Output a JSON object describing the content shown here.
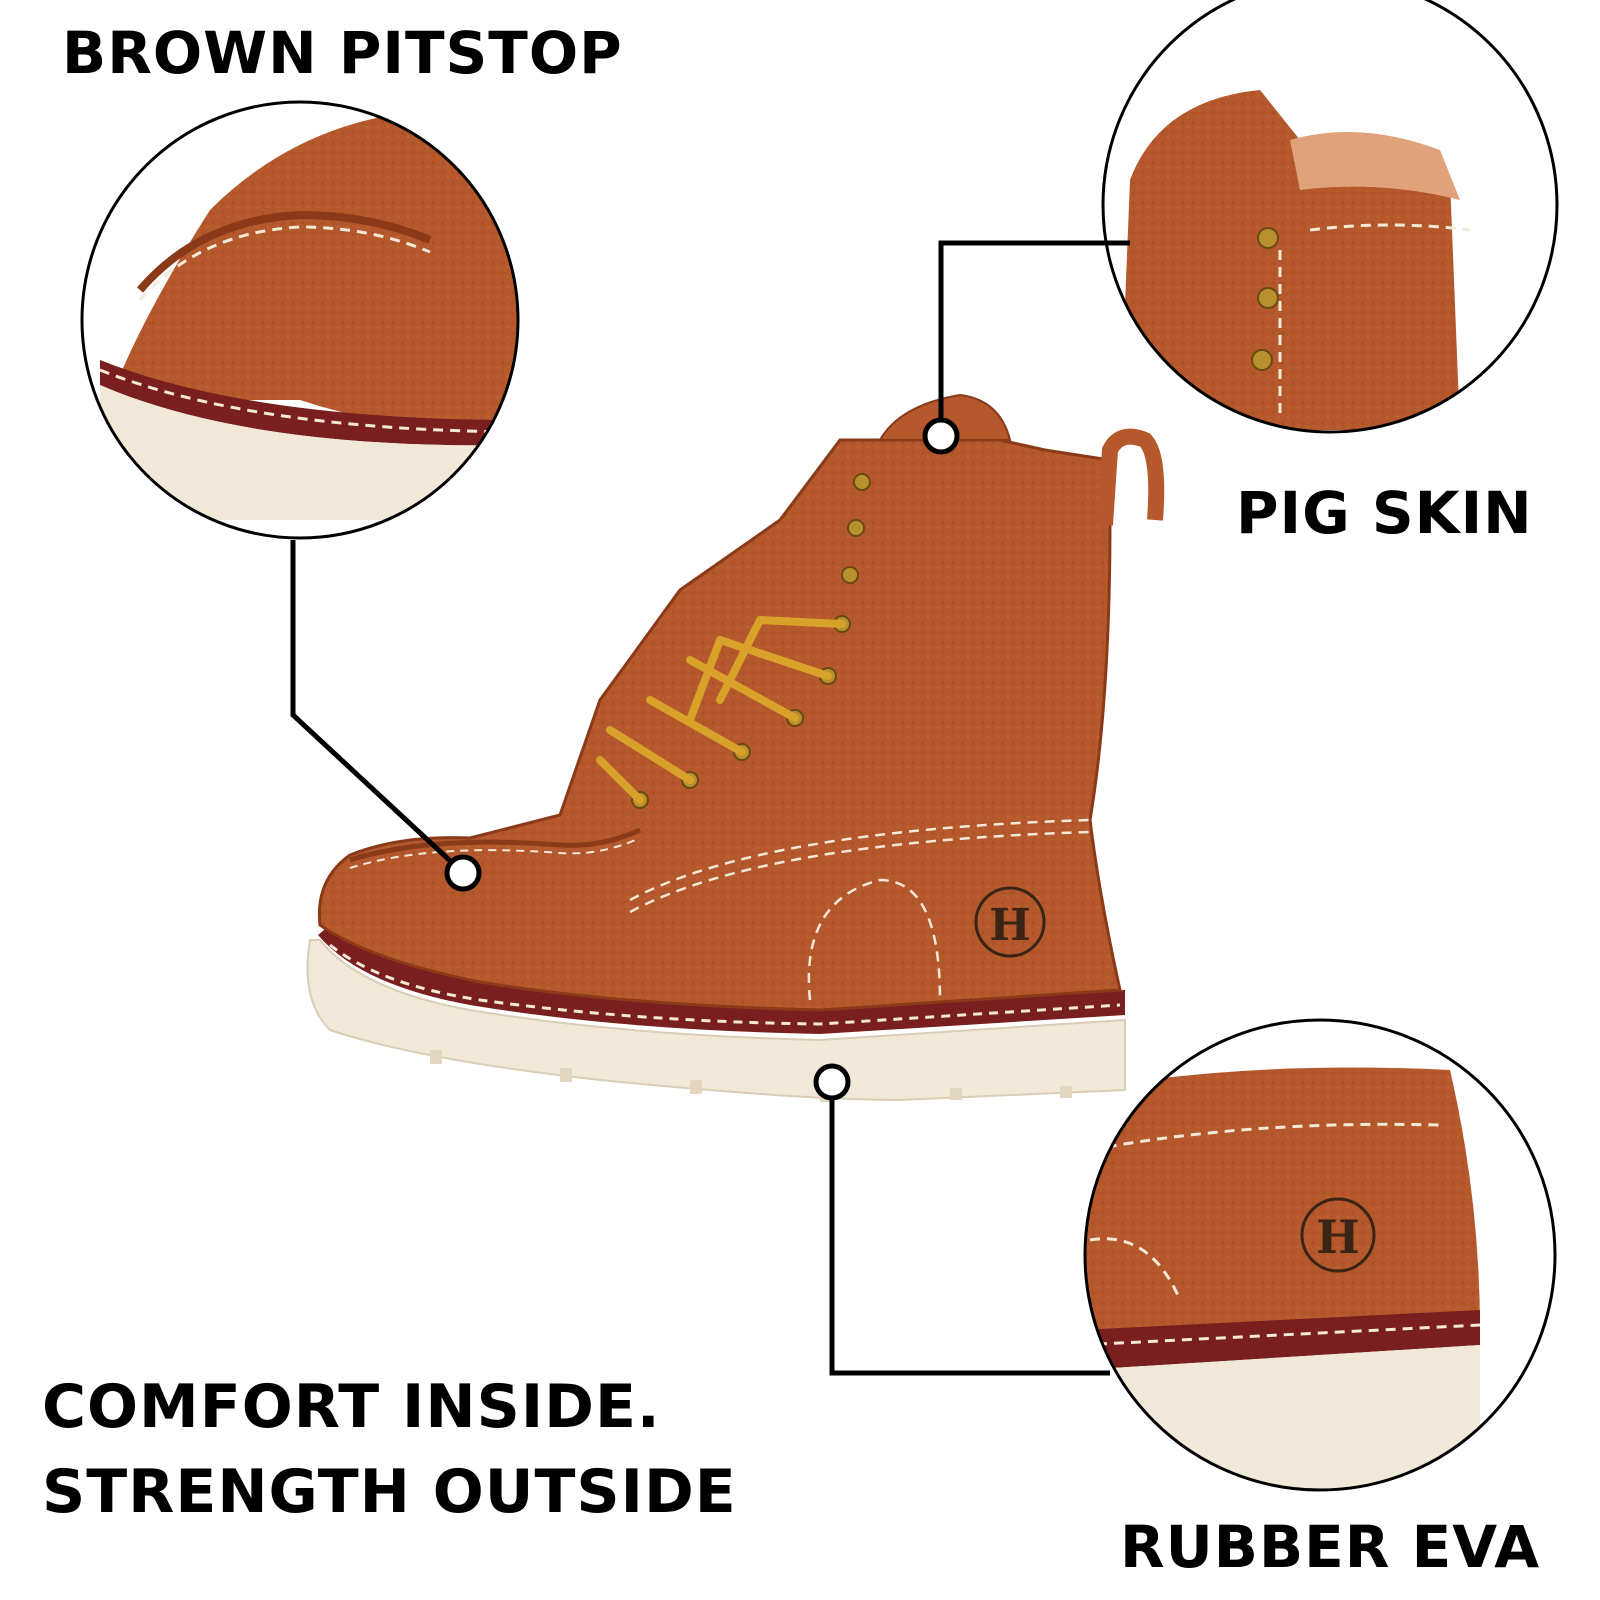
{
  "labels": {
    "product_name": "BROWN PITSTOP",
    "callout_collar": "PIG SKIN",
    "callout_sole": "RUBBER EVA",
    "tagline_line1": "COMFORT  INSIDE.",
    "tagline_line2": "STRENGTH  OUTSIDE"
  },
  "colors": {
    "leather": "#b5582c",
    "leather_dark": "#8a3a18",
    "leather_light": "#d07a4a",
    "welt": "#7a1f1f",
    "sole": "#f1e8d8",
    "lace": "#d8a12a",
    "eyelet": "#b8902e",
    "line": "#000000"
  },
  "icons": [
    "brand-logo-icon"
  ]
}
